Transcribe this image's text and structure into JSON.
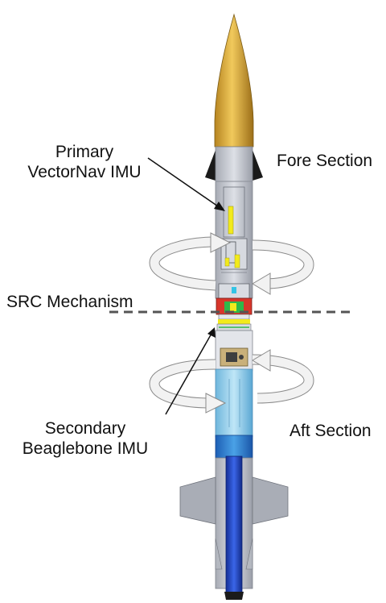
{
  "labels": {
    "primary_line1": "Primary",
    "primary_line2": "VectorNav IMU",
    "fore_section": "Fore Section",
    "src_mechanism": "SRC Mechanism",
    "secondary_line1": "Secondary",
    "secondary_line2": "Beaglebone IMU",
    "aft_section": "Aft Section"
  },
  "colors": {
    "nose_cone": "#d6a63a",
    "body_tube": "#c7cad2",
    "fin_black": "#1a1a1a",
    "aft_tube": "#9fd3ec",
    "motor": "#1f45c8",
    "fins": "#a9adb6",
    "imu_yellow": "#f2ea1c",
    "green": "#2fb84a",
    "red": "#d8362b",
    "arrow_fill": "#f2f2f2",
    "arrow_stroke": "#8a8a8a",
    "dashed_line": "#555555"
  },
  "icons": [
    "rotation-arrow-icon",
    "pointer-arrow-icon"
  ]
}
